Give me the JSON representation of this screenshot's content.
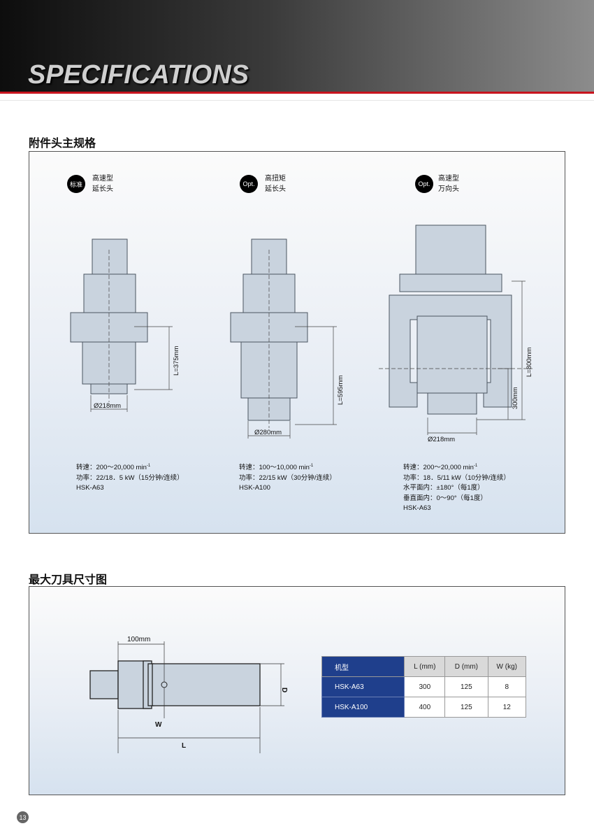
{
  "header": {
    "title": "SPECIFICATIONS"
  },
  "section1": {
    "title": "附件头主规格",
    "heads": [
      {
        "badge": "标准",
        "line1": "高速型",
        "line2": "延长头",
        "dims": [
          "L=375mm",
          "Ø218mm"
        ],
        "specs": [
          "转速：200～20,000 min",
          "功率：22/18．5 kW（15分钟/连续）",
          "HSK-A63"
        ]
      },
      {
        "badge": "Opt.",
        "line1": "高扭矩",
        "line2": "延长头",
        "dims": [
          "L=595mm",
          "Ø280mm"
        ],
        "specs": [
          "转速：100～10,000 min",
          "功率：22/15 kW（30分钟/连续）",
          "HSK-A100"
        ]
      },
      {
        "badge": "Opt.",
        "line1": "高速型",
        "line2": "万向头",
        "dims": [
          "L=800mm",
          "300mm",
          "Ø218mm"
        ],
        "specs": [
          "转速：200～20,000 min",
          "功率：18．5/11 kW（10分钟/连续）",
          "水平面内：±180°（每1度）",
          "垂直面内：0～90°（每1度）",
          "HSK-A63"
        ]
      }
    ],
    "sup": "-1"
  },
  "section2": {
    "title": "最大刀具尺寸图",
    "dims": {
      "length100": "100mm",
      "d": "D",
      "w": "W",
      "l": "L"
    },
    "table": {
      "headers": [
        "机型",
        "L (mm)",
        "D (mm)",
        "W (kg)"
      ],
      "rows": [
        [
          "HSK-A63",
          "300",
          "125",
          "8"
        ],
        [
          "HSK-A100",
          "400",
          "125",
          "12"
        ]
      ]
    }
  },
  "page_number": "13"
}
